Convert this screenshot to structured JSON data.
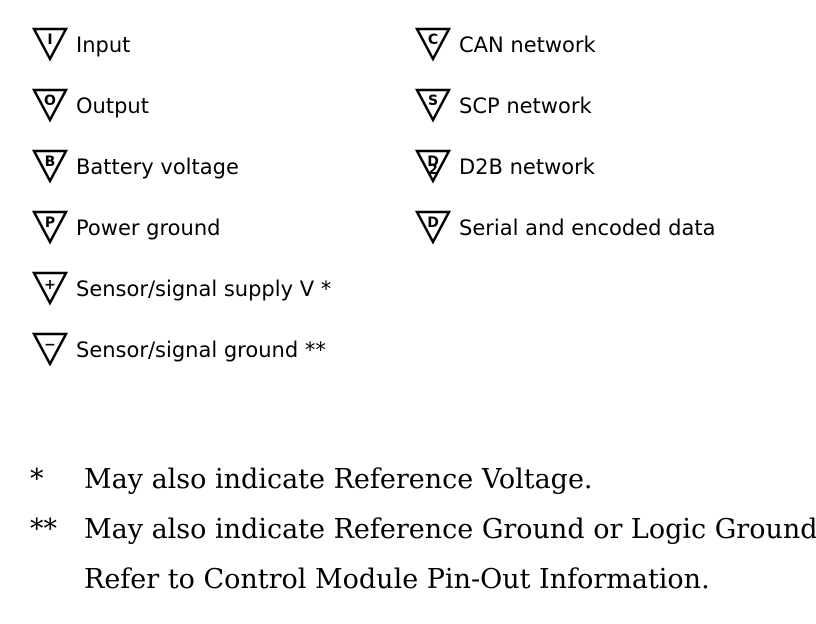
{
  "legend": {
    "left_column": [
      {
        "symbol": "I",
        "label": "Input"
      },
      {
        "symbol": "O",
        "label": "Output"
      },
      {
        "symbol": "B",
        "label": "Battery voltage"
      },
      {
        "symbol": "P",
        "label": "Power ground"
      },
      {
        "symbol": "+",
        "label": "Sensor/signal supply V *"
      },
      {
        "symbol": "−",
        "label": "Sensor/signal ground **"
      }
    ],
    "right_column": [
      {
        "symbol": "C",
        "label": "CAN network"
      },
      {
        "symbol": "S",
        "label": "SCP network"
      },
      {
        "symbol": "D",
        "label": "D2B network"
      },
      {
        "symbol": "D",
        "label": "Serial and encoded data"
      }
    ]
  },
  "notes": [
    {
      "marker": "*",
      "text": "May also indicate Reference Voltage."
    },
    {
      "marker": "**",
      "text": "May also indicate Reference Ground or Logic Ground."
    },
    {
      "marker": "",
      "text": "Refer to Control Module Pin-Out Information."
    }
  ]
}
